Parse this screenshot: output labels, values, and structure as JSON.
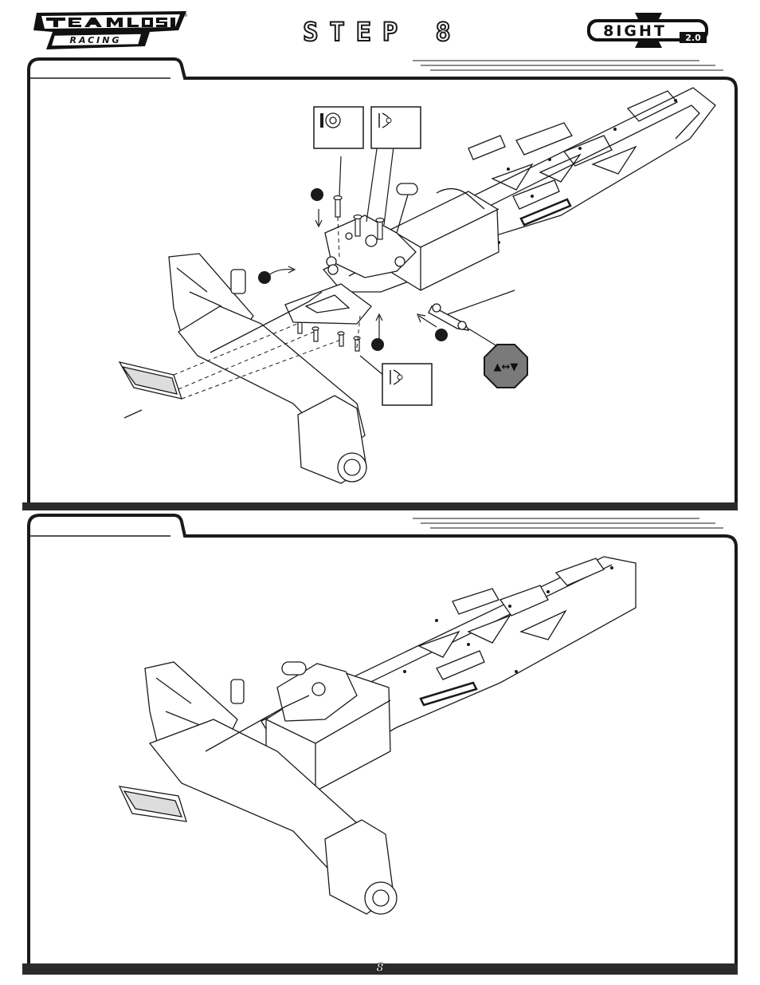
{
  "header": {
    "brand_top": "TEAM LOSI",
    "brand_bottom": "RACING",
    "step_title": "STEP 8",
    "product_logo": "8IGHT",
    "product_version": "2.0"
  },
  "callouts": {
    "hex_adjust_symbol": "▲↔▼"
  },
  "footer": {
    "page_number": "8"
  },
  "colors": {
    "ink": "#1a1a1a",
    "panel_shadow": "#2b2b2b",
    "badge_gray": "#7a7a7a"
  }
}
